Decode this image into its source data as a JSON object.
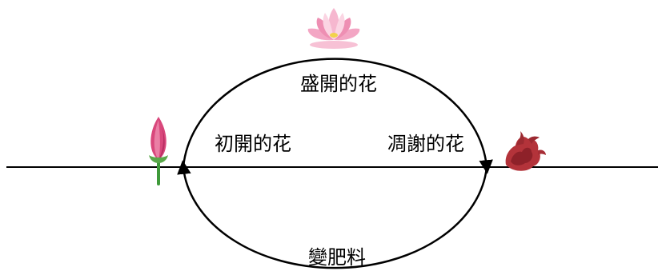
{
  "labels": {
    "top": "盛開的花",
    "left": "初開的花",
    "right": "凋謝的花",
    "bottom": "變肥料"
  },
  "colors": {
    "line": "#000000",
    "petal_pink": "#f3a6c4",
    "petal_light": "#fbd5e3",
    "bud_pink": "#d9487c",
    "stem_green": "#3f9a3a",
    "center_yellow": "#f2d34b",
    "wilted_red": "#b3333a"
  },
  "icons": {
    "blooming": "blooming-lotus-icon",
    "bud": "lotus-bud-icon",
    "wilted": "wilted-flower-icon"
  }
}
